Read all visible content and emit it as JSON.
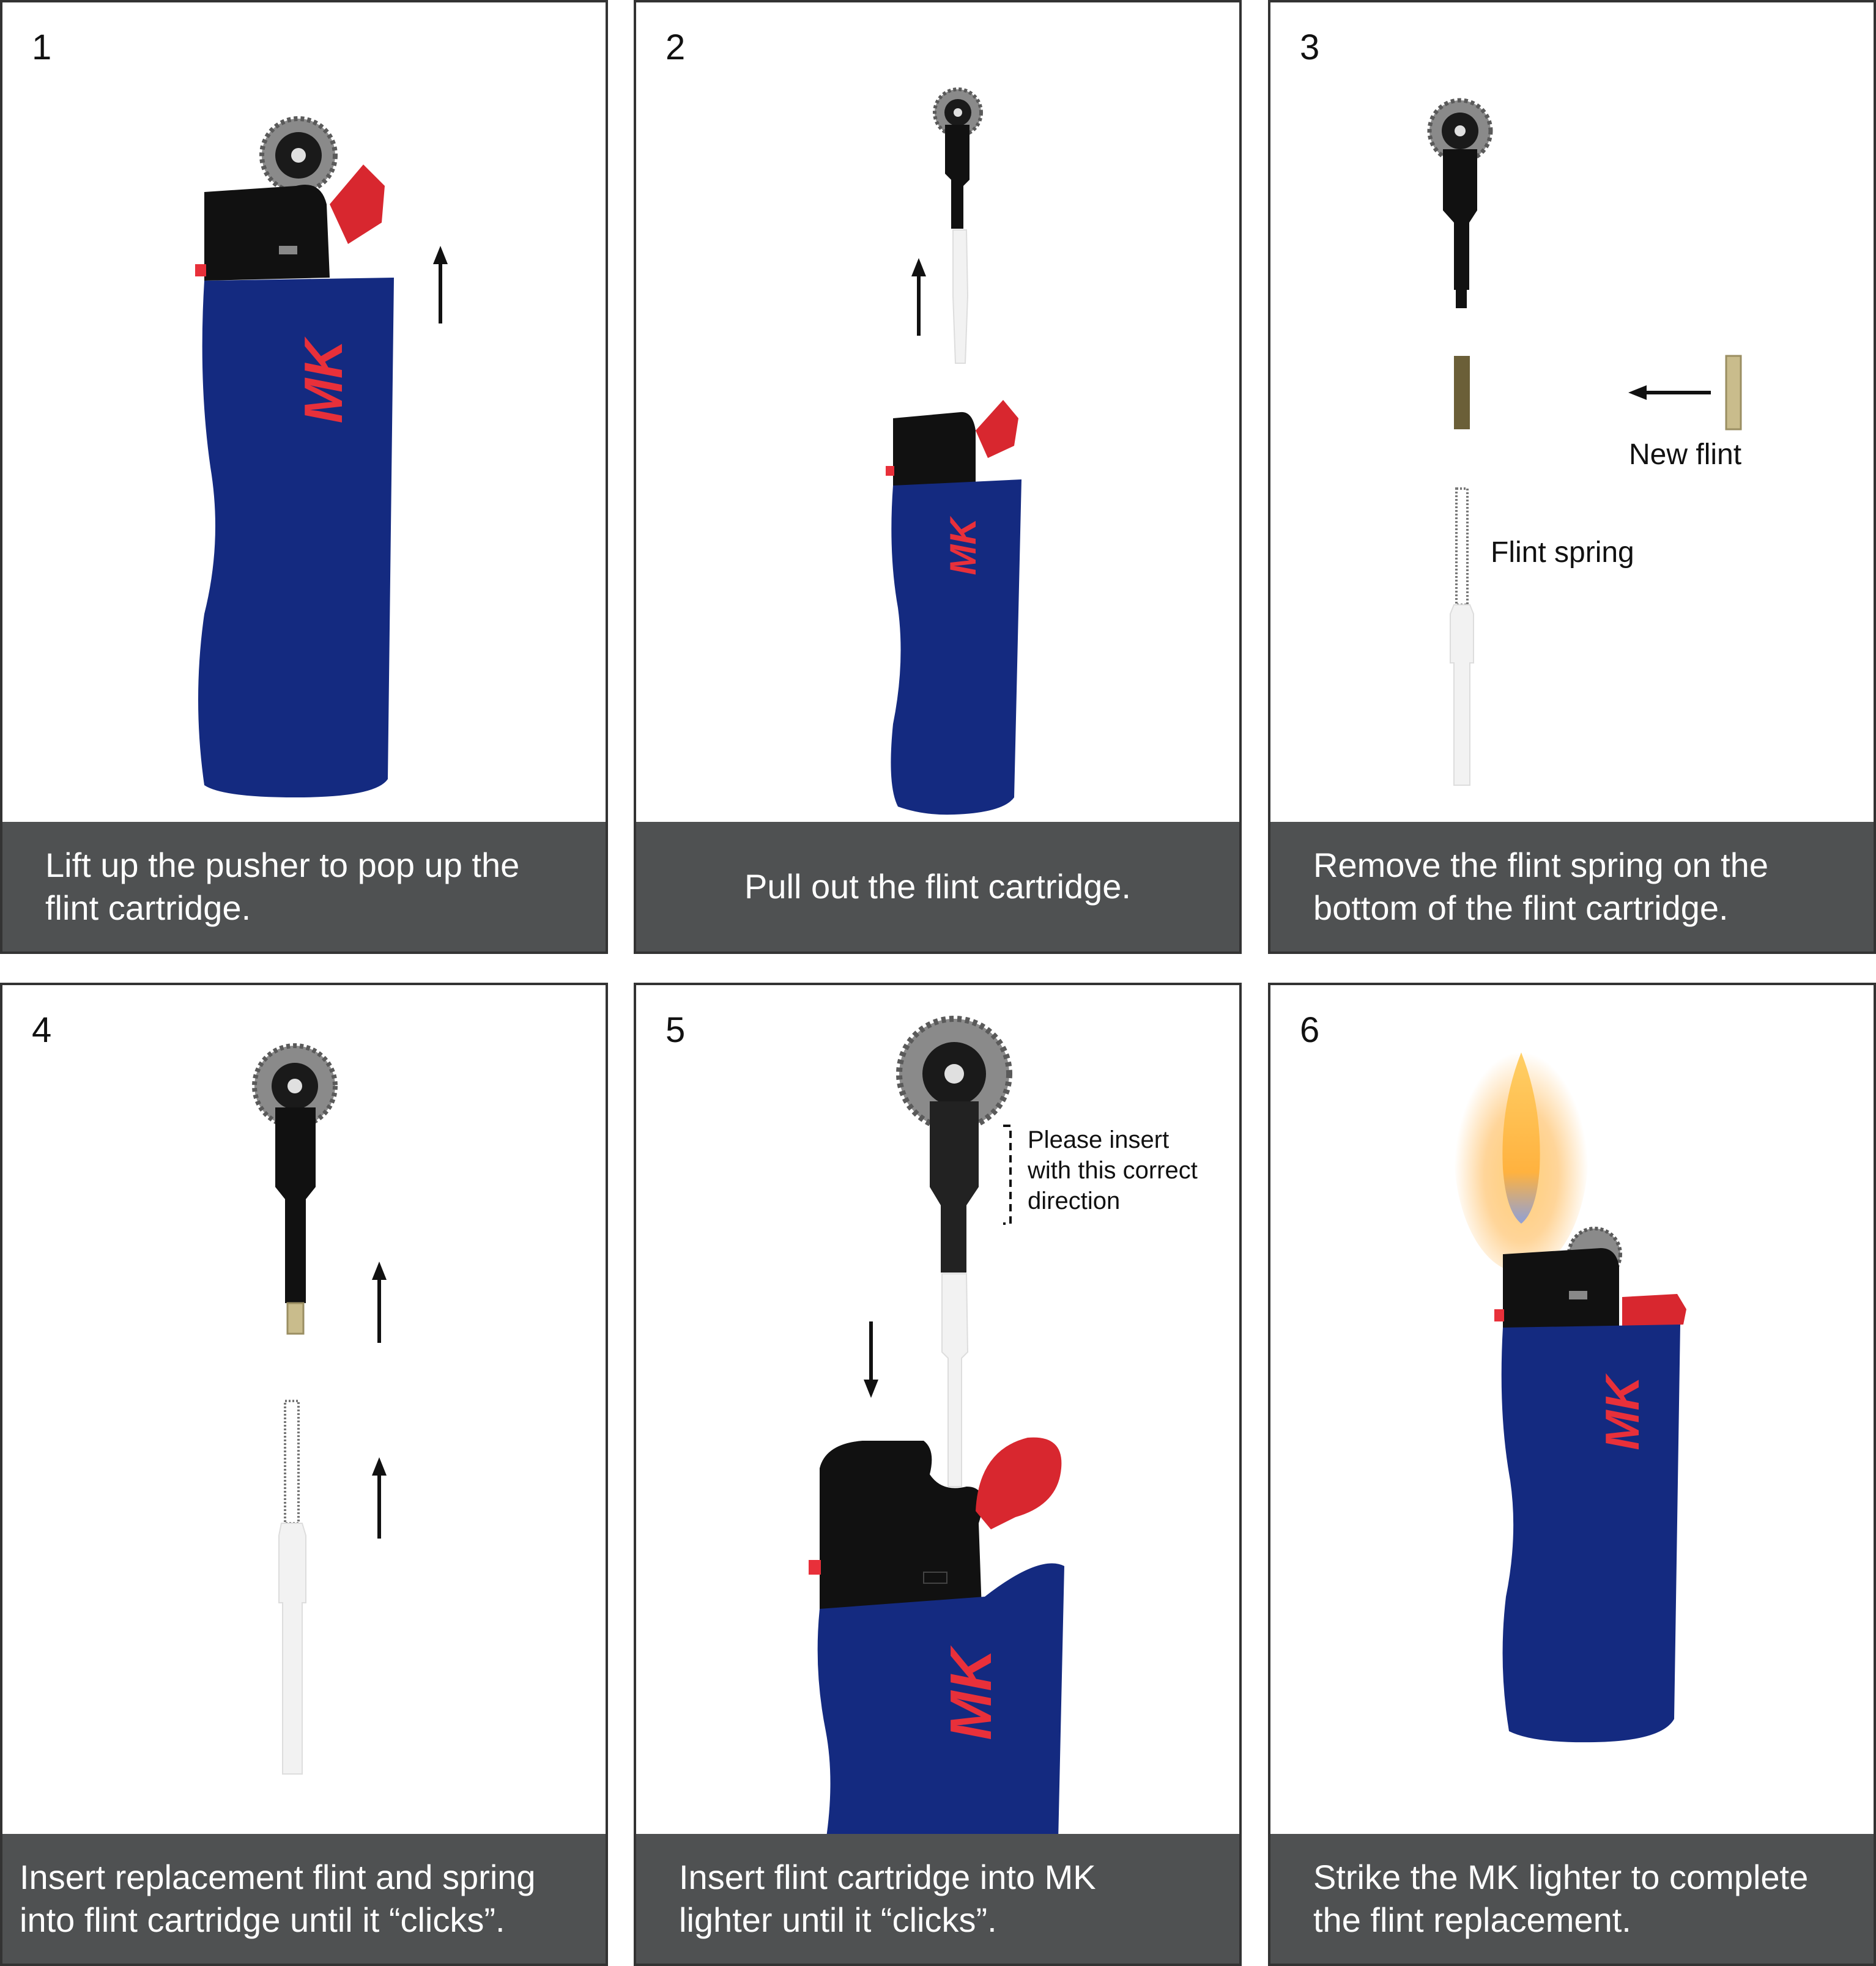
{
  "colors": {
    "body_blue": "#142a80",
    "brand_red": "#e8303a",
    "caption_bg": "#4f5152",
    "flint_metal": "#b8ab7a"
  },
  "panels": [
    {
      "number": "1",
      "caption": "Lift up the pusher to pop up the\nflint cartridge.",
      "brand": "MK"
    },
    {
      "number": "2",
      "caption": "Pull out  the flint cartridge.",
      "brand": "MK"
    },
    {
      "number": "3",
      "caption": "Remove the flint spring on the\nbottom of the flint cartridge.",
      "label_new_flint": "New flint",
      "label_flint_spring": "Flint spring"
    },
    {
      "number": "4",
      "caption": "Insert replacement flint and spring\ninto flint cartridge until it “clicks”."
    },
    {
      "number": "5",
      "caption": "Insert flint cartridge into MK\nlighter until it “clicks”.",
      "note": "Please insert\nwith this correct\ndirection",
      "brand": "MK"
    },
    {
      "number": "6",
      "caption": "Strike the MK lighter to complete\nthe flint replacement.",
      "brand": "MK"
    }
  ]
}
